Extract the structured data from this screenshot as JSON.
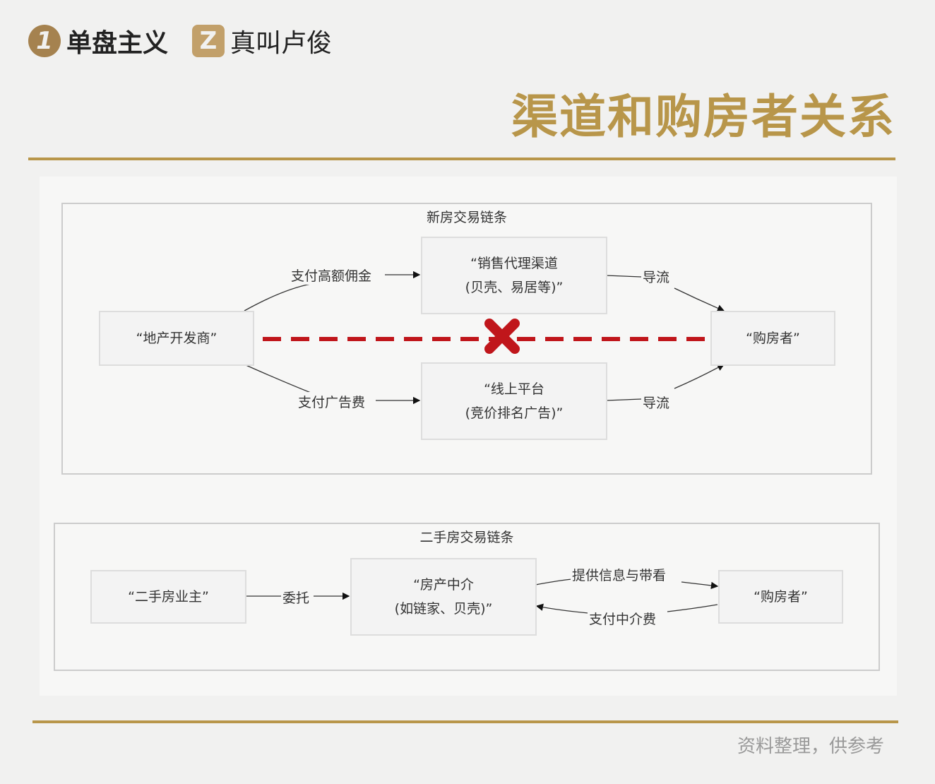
{
  "header": {
    "badge1": "1",
    "brand1": "单盘主义",
    "badge2": "Z",
    "brand2": "真叫卢俊",
    "title": "渠道和购房者关系"
  },
  "new_chain": {
    "title": "新房交易链条",
    "developer": "“地产开发商”",
    "agency_line1": "“销售代理渠道",
    "agency_line2": "(贝壳、易居等)”",
    "online_line1": "“线上平台",
    "online_line2": "(竞价排名广告)”",
    "buyer": "“购房者”",
    "pay_commission": "支付高额佣金",
    "pay_ads": "支付广告费",
    "guide1": "导流",
    "guide2": "导流"
  },
  "second_chain": {
    "title": "二手房交易链条",
    "owner": "“二手房业主”",
    "broker_line1": "“房产中介",
    "broker_line2": "(如链家、贝壳)”",
    "buyer": "“购房者”",
    "entrust": "委托",
    "provide_info": "提供信息与带看",
    "pay_fee": "支付中介费"
  },
  "footer": {
    "note": "资料整理，供参考"
  },
  "colors": {
    "gold": "#b8964a",
    "red": "#c0161b"
  }
}
